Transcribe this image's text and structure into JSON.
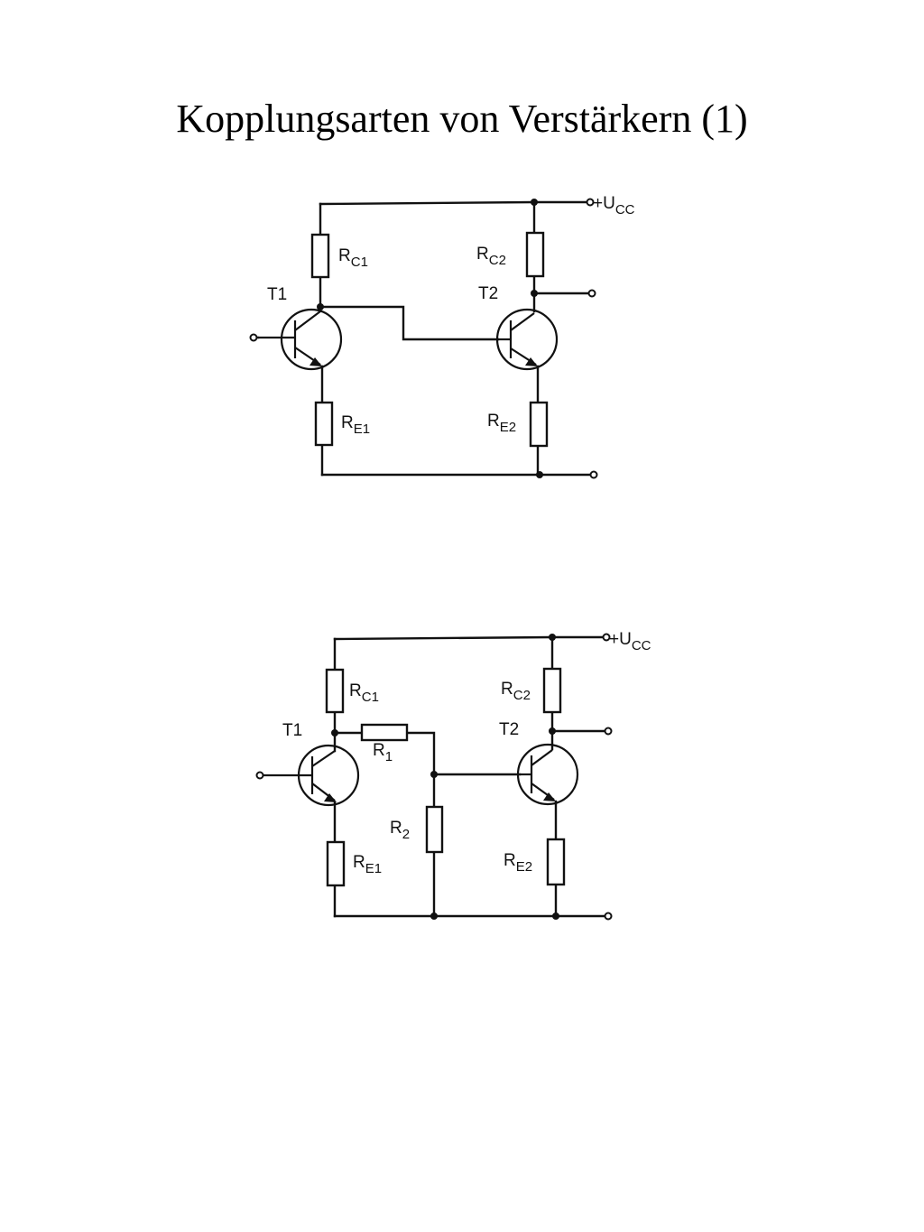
{
  "title": "Kopplungsarten von Verstärkern (1)",
  "circuit1": {
    "supply": {
      "main": "+U",
      "sub": "CC"
    },
    "rc1": {
      "main": "R",
      "sub": "C1"
    },
    "rc2": {
      "main": "R",
      "sub": "C2"
    },
    "re1": {
      "main": "R",
      "sub": "E1"
    },
    "re2": {
      "main": "R",
      "sub": "E2"
    },
    "t1": "T1",
    "t2": "T2"
  },
  "circuit2": {
    "supply": {
      "main": "+U",
      "sub": "CC"
    },
    "rc1": {
      "main": "R",
      "sub": "C1"
    },
    "rc2": {
      "main": "R",
      "sub": "C2"
    },
    "re1": {
      "main": "R",
      "sub": "E1"
    },
    "re2": {
      "main": "R",
      "sub": "E2"
    },
    "r1": {
      "main": "R",
      "sub": "1"
    },
    "r2": {
      "main": "R",
      "sub": "2"
    },
    "t1": "T1",
    "t2": "T2"
  }
}
